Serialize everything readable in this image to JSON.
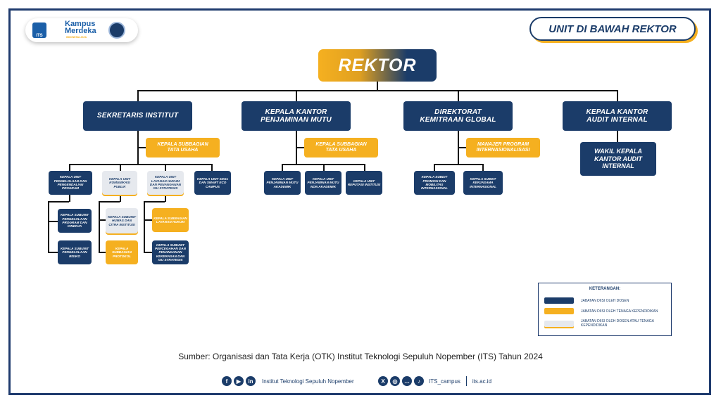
{
  "header": {
    "unit_badge": "UNIT DI BAWAH REKTOR",
    "logo_its": "ITS",
    "logo_kampus": "Kampus",
    "logo_merdeka": "Merdeka",
    "logo_indonesia": "INDONESIA JAYA"
  },
  "rektor": "REKTOR",
  "level1": {
    "sekretaris": "SEKRETARIS INSTITUT",
    "penjaminan": "KEPALA KANTOR PENJAMINAN MUTU",
    "kemitraan": "DIREKTORAT KEMITRAAN GLOBAL",
    "audit": "KEPALA KANTOR AUDIT INTERNAL"
  },
  "level2": {
    "tata_usaha_1": "KEPALA SUBBAGIAN TATA USAHA",
    "tata_usaha_2": "KEPALA SUBBAGIAN TATA USAHA",
    "manajer_program": "MANAJER PROGRAM INTERNASIONALISASI",
    "wakil_audit": "WAKIL KEPALA KANTOR AUDIT INTERNAL"
  },
  "sekretaris_units": {
    "u1": "KEPALA UNIT PENGELOLAAN DAN PENGENDALIAN PROGRAM",
    "u2": "KEPALA UNIT KOMUNIKASI PUBLIK",
    "u3": "KEPALA UNIT LAYANAN HUKUM DAN PENANGANAN ISU STRATEGIS",
    "u4": "KEPALA UNIT SDGs DAN SMART ECO CAMPUS",
    "s1a": "KEPALA SUBUNIT PENGELOLAAN PROGRAM DAN KINERJA",
    "s1b": "KEPALA SUBUNIT PENGELOLAAN RISIKO",
    "s2a": "KEPALA SUBUNIT HUMAS DAN CITRA INSTITUSI",
    "s2b": "KEPALA SUBBAGIAN PROTOKOL",
    "s3a": "KEPALA SUBBAGIAN LAYANAN HUKUM",
    "s3b": "KEPALA SUBUNIT PENCEGAHAN DAN PENANGANAN KEKERASAN DAN ISU STRATEGIS"
  },
  "penjaminan_units": {
    "p1": "KEPALA UNIT PENJAMINAN MUTU AKADEMIK",
    "p2": "KEPALA UNIT PENJAMINAN MUTU NON AKADEMIK",
    "p3": "KEPALA UNIT REPUTASI INSTITUSI"
  },
  "kemitraan_units": {
    "k1": "KEPALA SUBDIT PROMOSI DAN MOBILITAS INTERNASIONAL",
    "k2": "KEPALA SUBDIT KERJASAMA INTERNASIONAL"
  },
  "legend": {
    "title": "KETERANGAN:",
    "dosen": "JABATAN DIISI OLEH DOSEN",
    "tendik": "JABATAN DIISI OLEH TENAGA KEPENDIDIKAN",
    "either": "JABATAN DIISI OLEH DOSEN ATAU TENAGA KEPENDIDIKAN",
    "colors": {
      "dosen": "#1b3c69",
      "tendik": "#f5b020",
      "either": "#e6e9ee"
    }
  },
  "source": "Sumber: Organisasi dan Tata Kerja (OTK) Institut Teknologi Sepuluh Nopember (ITS) Tahun 2024",
  "footer": {
    "institution": "Institut Teknologi Sepuluh Nopember",
    "handle": "ITS_campus",
    "website": "its.ac.id",
    "icons_left": [
      "facebook-icon",
      "youtube-icon",
      "linkedin-icon"
    ],
    "icons_right": [
      "x-icon",
      "instagram-icon",
      "line-icon",
      "tiktok-icon"
    ]
  }
}
